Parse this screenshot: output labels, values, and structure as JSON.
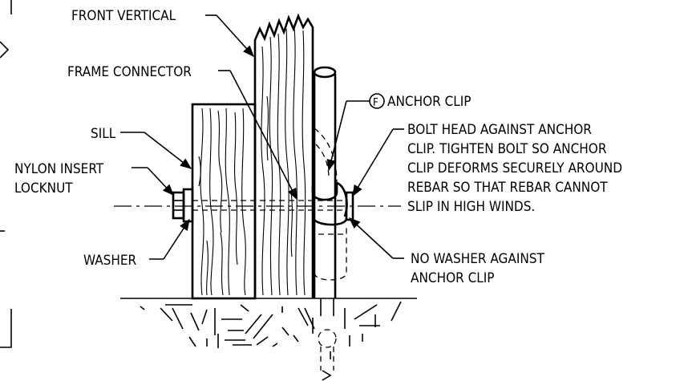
{
  "labels": {
    "front_vertical": "FRONT VERTICAL",
    "frame_connector": "FRAME CONNECTOR",
    "anchor_clip_tag": "F",
    "anchor_clip": "ANCHOR CLIP",
    "sill": "SILL",
    "nylon_insert_line1": "NYLON INSERT",
    "nylon_insert_line2": "LOCKNUT",
    "washer": "WASHER",
    "bolt_note": [
      "BOLT HEAD AGAINST ANCHOR",
      "CLIP.  TIGHTEN BOLT SO ANCHOR",
      "CLIP DEFORMS SECURELY AROUND",
      "REBAR SO THAT REBAR CANNOT",
      "SLIP IN HIGH WINDS."
    ],
    "no_washer_line1": "NO WASHER AGAINST",
    "no_washer_line2": "ANCHOR CLIP"
  }
}
